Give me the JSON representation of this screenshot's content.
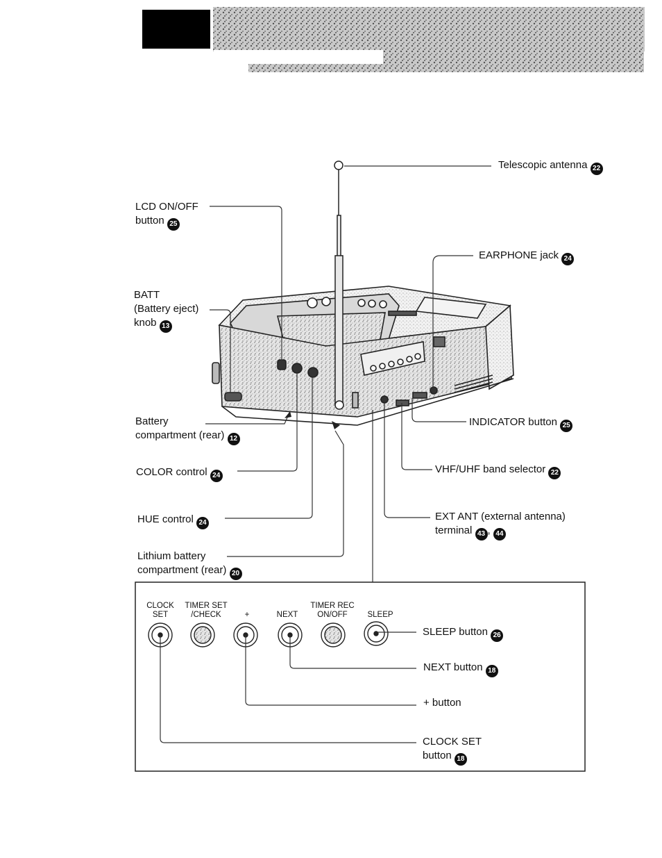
{
  "header": {
    "bg": "#000000"
  },
  "labels": {
    "telescopic_antenna": {
      "text": "Telescopic antenna",
      "ref": "22"
    },
    "lcd_on_off": {
      "line1": "LCD ON/OFF",
      "line2": "button",
      "ref": "25"
    },
    "earphone_jack": {
      "text": "EARPHONE jack",
      "ref": "24"
    },
    "batt": {
      "line1": "BATT",
      "line2": "(Battery eject)",
      "line3": "knob",
      "ref": "13"
    },
    "battery_compartment": {
      "line1": "Battery",
      "line2": "compartment (rear)",
      "ref": "12"
    },
    "indicator_button": {
      "text": "INDICATOR button",
      "ref": "25"
    },
    "color_control": {
      "text": "COLOR control",
      "ref": "24"
    },
    "vhf_uhf": {
      "text": "VHF/UHF band selector",
      "ref": "22"
    },
    "hue_control": {
      "text": "HUE control",
      "ref": "24"
    },
    "ext_ant": {
      "line1": "EXT ANT (external antenna)",
      "line2": "terminal",
      "ref1": "43",
      "ref2": "44"
    },
    "lithium": {
      "line1": "Lithium battery",
      "line2": "compartment (rear)",
      "ref": "20"
    }
  },
  "panel": {
    "buttons": [
      {
        "line1": "CLOCK",
        "line2": "SET"
      },
      {
        "line1": "TIMER SET",
        "line2": "/CHECK"
      },
      {
        "line1": "",
        "line2": "+"
      },
      {
        "line1": "",
        "line2": "NEXT"
      },
      {
        "line1": "TIMER REC",
        "line2": "ON/OFF"
      },
      {
        "line1": "",
        "line2": "SLEEP"
      }
    ],
    "sleep_button": {
      "text": "SLEEP button",
      "ref": "26"
    },
    "next_button": {
      "text": "NEXT button",
      "ref": "18"
    },
    "plus_button": {
      "text": "+ button"
    },
    "clock_set_button": {
      "line1": "CLOCK SET",
      "line2": "button",
      "ref": "18"
    }
  }
}
